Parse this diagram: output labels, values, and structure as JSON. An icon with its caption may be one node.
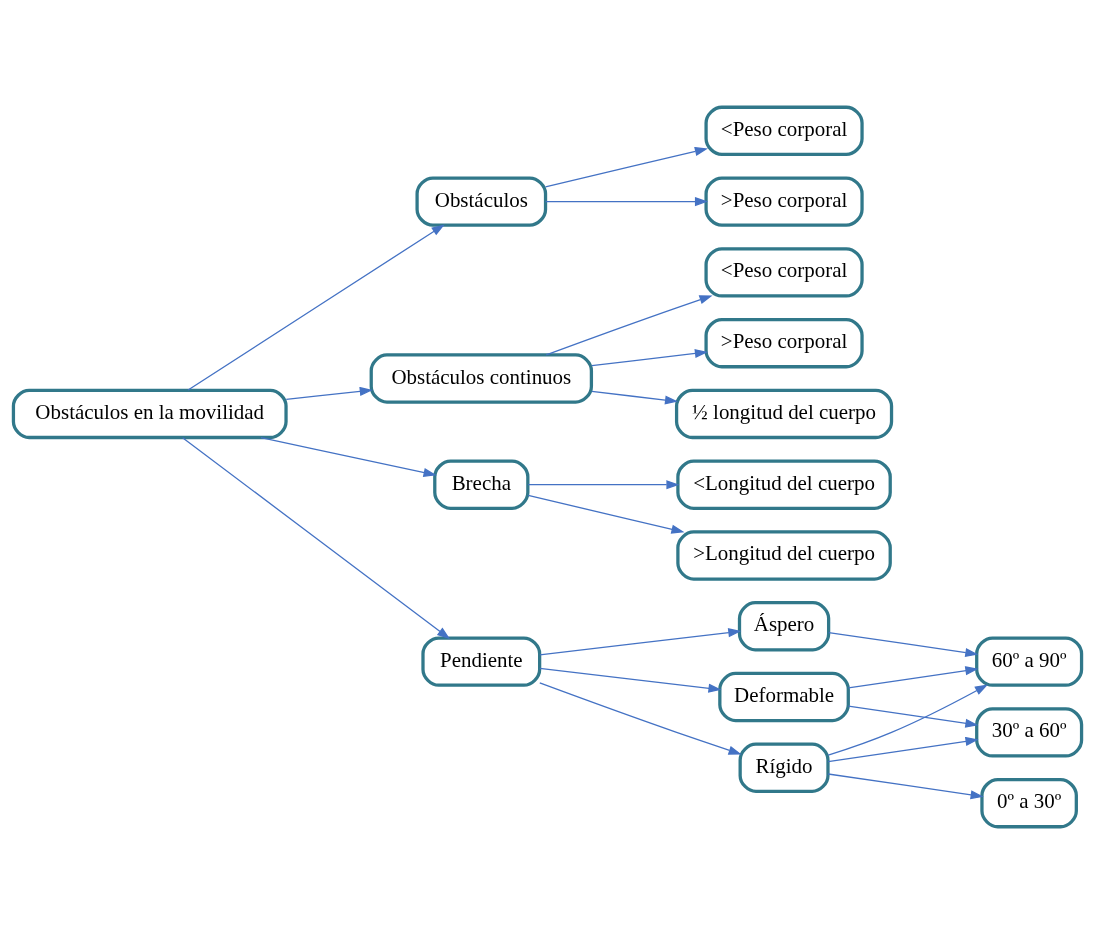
{
  "diagram": {
    "nodes": [
      {
        "text": [
          "Obstáculos en la movilidad"
        ]
      },
      {
        "text": [
          "Obstáculos"
        ]
      },
      {
        "text": [
          "<Peso corporal"
        ]
      },
      {
        "text": [
          ">Peso corporal"
        ]
      },
      {
        "text": [
          "Obstáculos continuos"
        ]
      },
      {
        "text": [
          "<Peso corporal"
        ]
      },
      {
        "text": [
          ">Peso corporal"
        ]
      },
      {
        "text": [
          "½ longitud del cuerpo"
        ]
      },
      {
        "text": [
          "Brecha"
        ]
      },
      {
        "text": [
          "<Longitud del cuerpo"
        ]
      },
      {
        "text": [
          ">Longitud del cuerpo"
        ]
      },
      {
        "text": [
          "Pendiente"
        ]
      },
      {
        "text": [
          "Rígido"
        ]
      },
      {
        "text": [
          "Deformable"
        ]
      },
      {
        "text": [
          "Áspero"
        ]
      },
      {
        "text": [
          "0º a 30º"
        ]
      },
      {
        "text": [
          "30º a 60º"
        ]
      },
      {
        "text": [
          "60º a 90º"
        ]
      }
    ],
    "edges": [
      {
        "from": 0,
        "to": 1,
        "arrow": "to"
      },
      {
        "from": 0,
        "to": 4,
        "arrow": "to"
      },
      {
        "from": 0,
        "to": 8,
        "arrow": "to"
      },
      {
        "from": 0,
        "to": 11,
        "arrow": "to"
      },
      {
        "from": 1,
        "to": 2,
        "arrow": "to"
      },
      {
        "from": 1,
        "to": 3,
        "arrow": "to"
      },
      {
        "from": 4,
        "to": 5,
        "arrow": "to"
      },
      {
        "from": 4,
        "to": 6,
        "arrow": "to"
      },
      {
        "from": 4,
        "to": 7,
        "arrow": "to"
      },
      {
        "from": 8,
        "to": 9,
        "arrow": "to"
      },
      {
        "from": 8,
        "to": 10,
        "arrow": "to"
      },
      {
        "from": 11,
        "to": 12,
        "arrow": "to"
      },
      {
        "from": 11,
        "to": 13,
        "arrow": "to"
      },
      {
        "from": 11,
        "to": 14,
        "arrow": "to"
      },
      {
        "from": 12,
        "to": 15,
        "arrow": "to"
      },
      {
        "from": 12,
        "to": 16,
        "arrow": "to"
      },
      {
        "from": 12,
        "to": 17,
        "arrow": "to"
      },
      {
        "from": 13,
        "to": 16,
        "arrow": "to"
      },
      {
        "from": 13,
        "to": 17,
        "arrow": "to"
      },
      {
        "from": 14,
        "to": 17,
        "arrow": "to"
      }
    ]
  }
}
